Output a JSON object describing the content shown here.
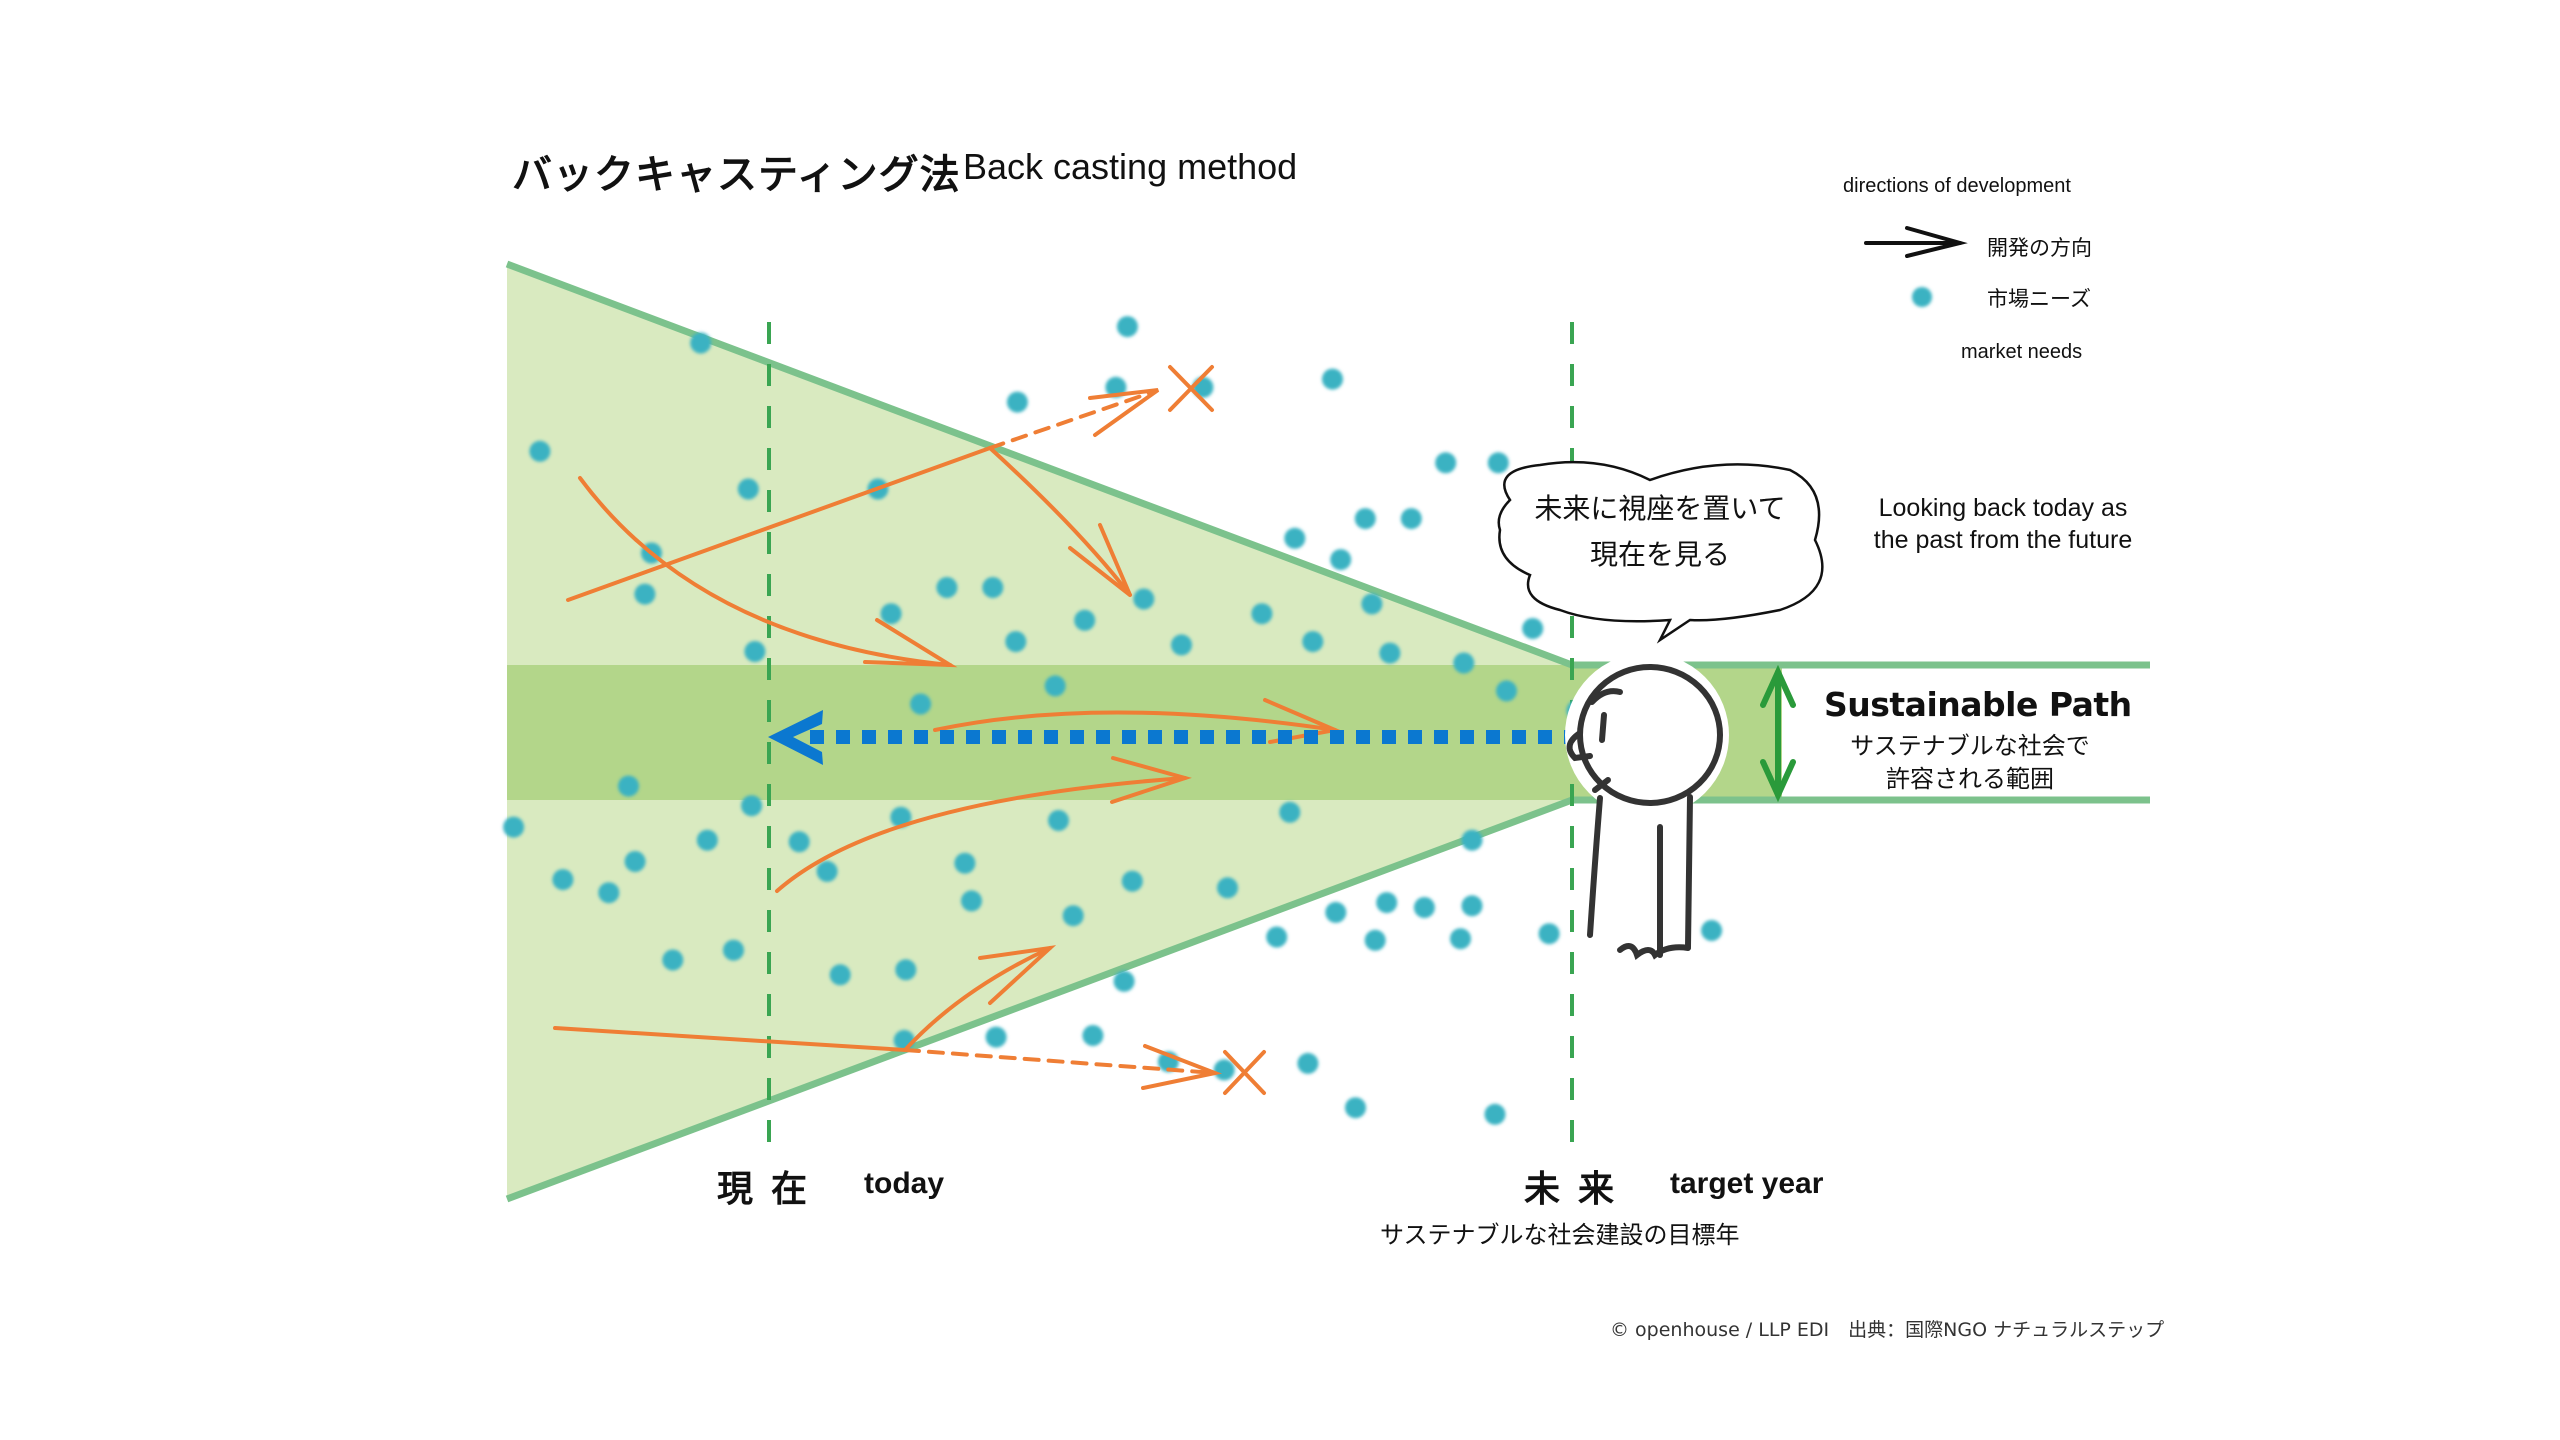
{
  "title": {
    "japanese": "バックキャスティング法",
    "english": "Back casting method"
  },
  "legend": {
    "heading": "directions of development",
    "arrow_label": "開発の方向",
    "dot_label": "市場ニーズ",
    "dot_label_en": "market needs",
    "arrow_icon": "arrow-right-icon",
    "dot_icon": "dot-icon"
  },
  "speech_bubble": {
    "line1": "未来に視座を置いて",
    "line2": "現在を見る"
  },
  "looking_back": {
    "line1": "Looking back today as",
    "line2": "the past from the future"
  },
  "sustainable_path": {
    "title": "Sustainable Path",
    "line1": "サステナブルな社会で",
    "line2": "許容される範囲"
  },
  "timeline": {
    "today_jp": "現在",
    "today_en": "today",
    "future_jp": "未来",
    "future_en": "target year",
    "future_sub": "サステナブルな社会建設の目標年"
  },
  "credit": "© openhouse / LLP EDI　出典：国際NGO ナチュラルステップ",
  "colors": {
    "funnel_fill": "#d9eac0",
    "band_fill": "#b3d68a",
    "funnel_edge": "#7cc28c",
    "dashed_line": "#3aa552",
    "market_dot": "#3ab2c2",
    "dev_arrow": "#ef7e35",
    "backcast_arrow": "#0b78d0",
    "range_arrow": "#2a9a3a"
  }
}
